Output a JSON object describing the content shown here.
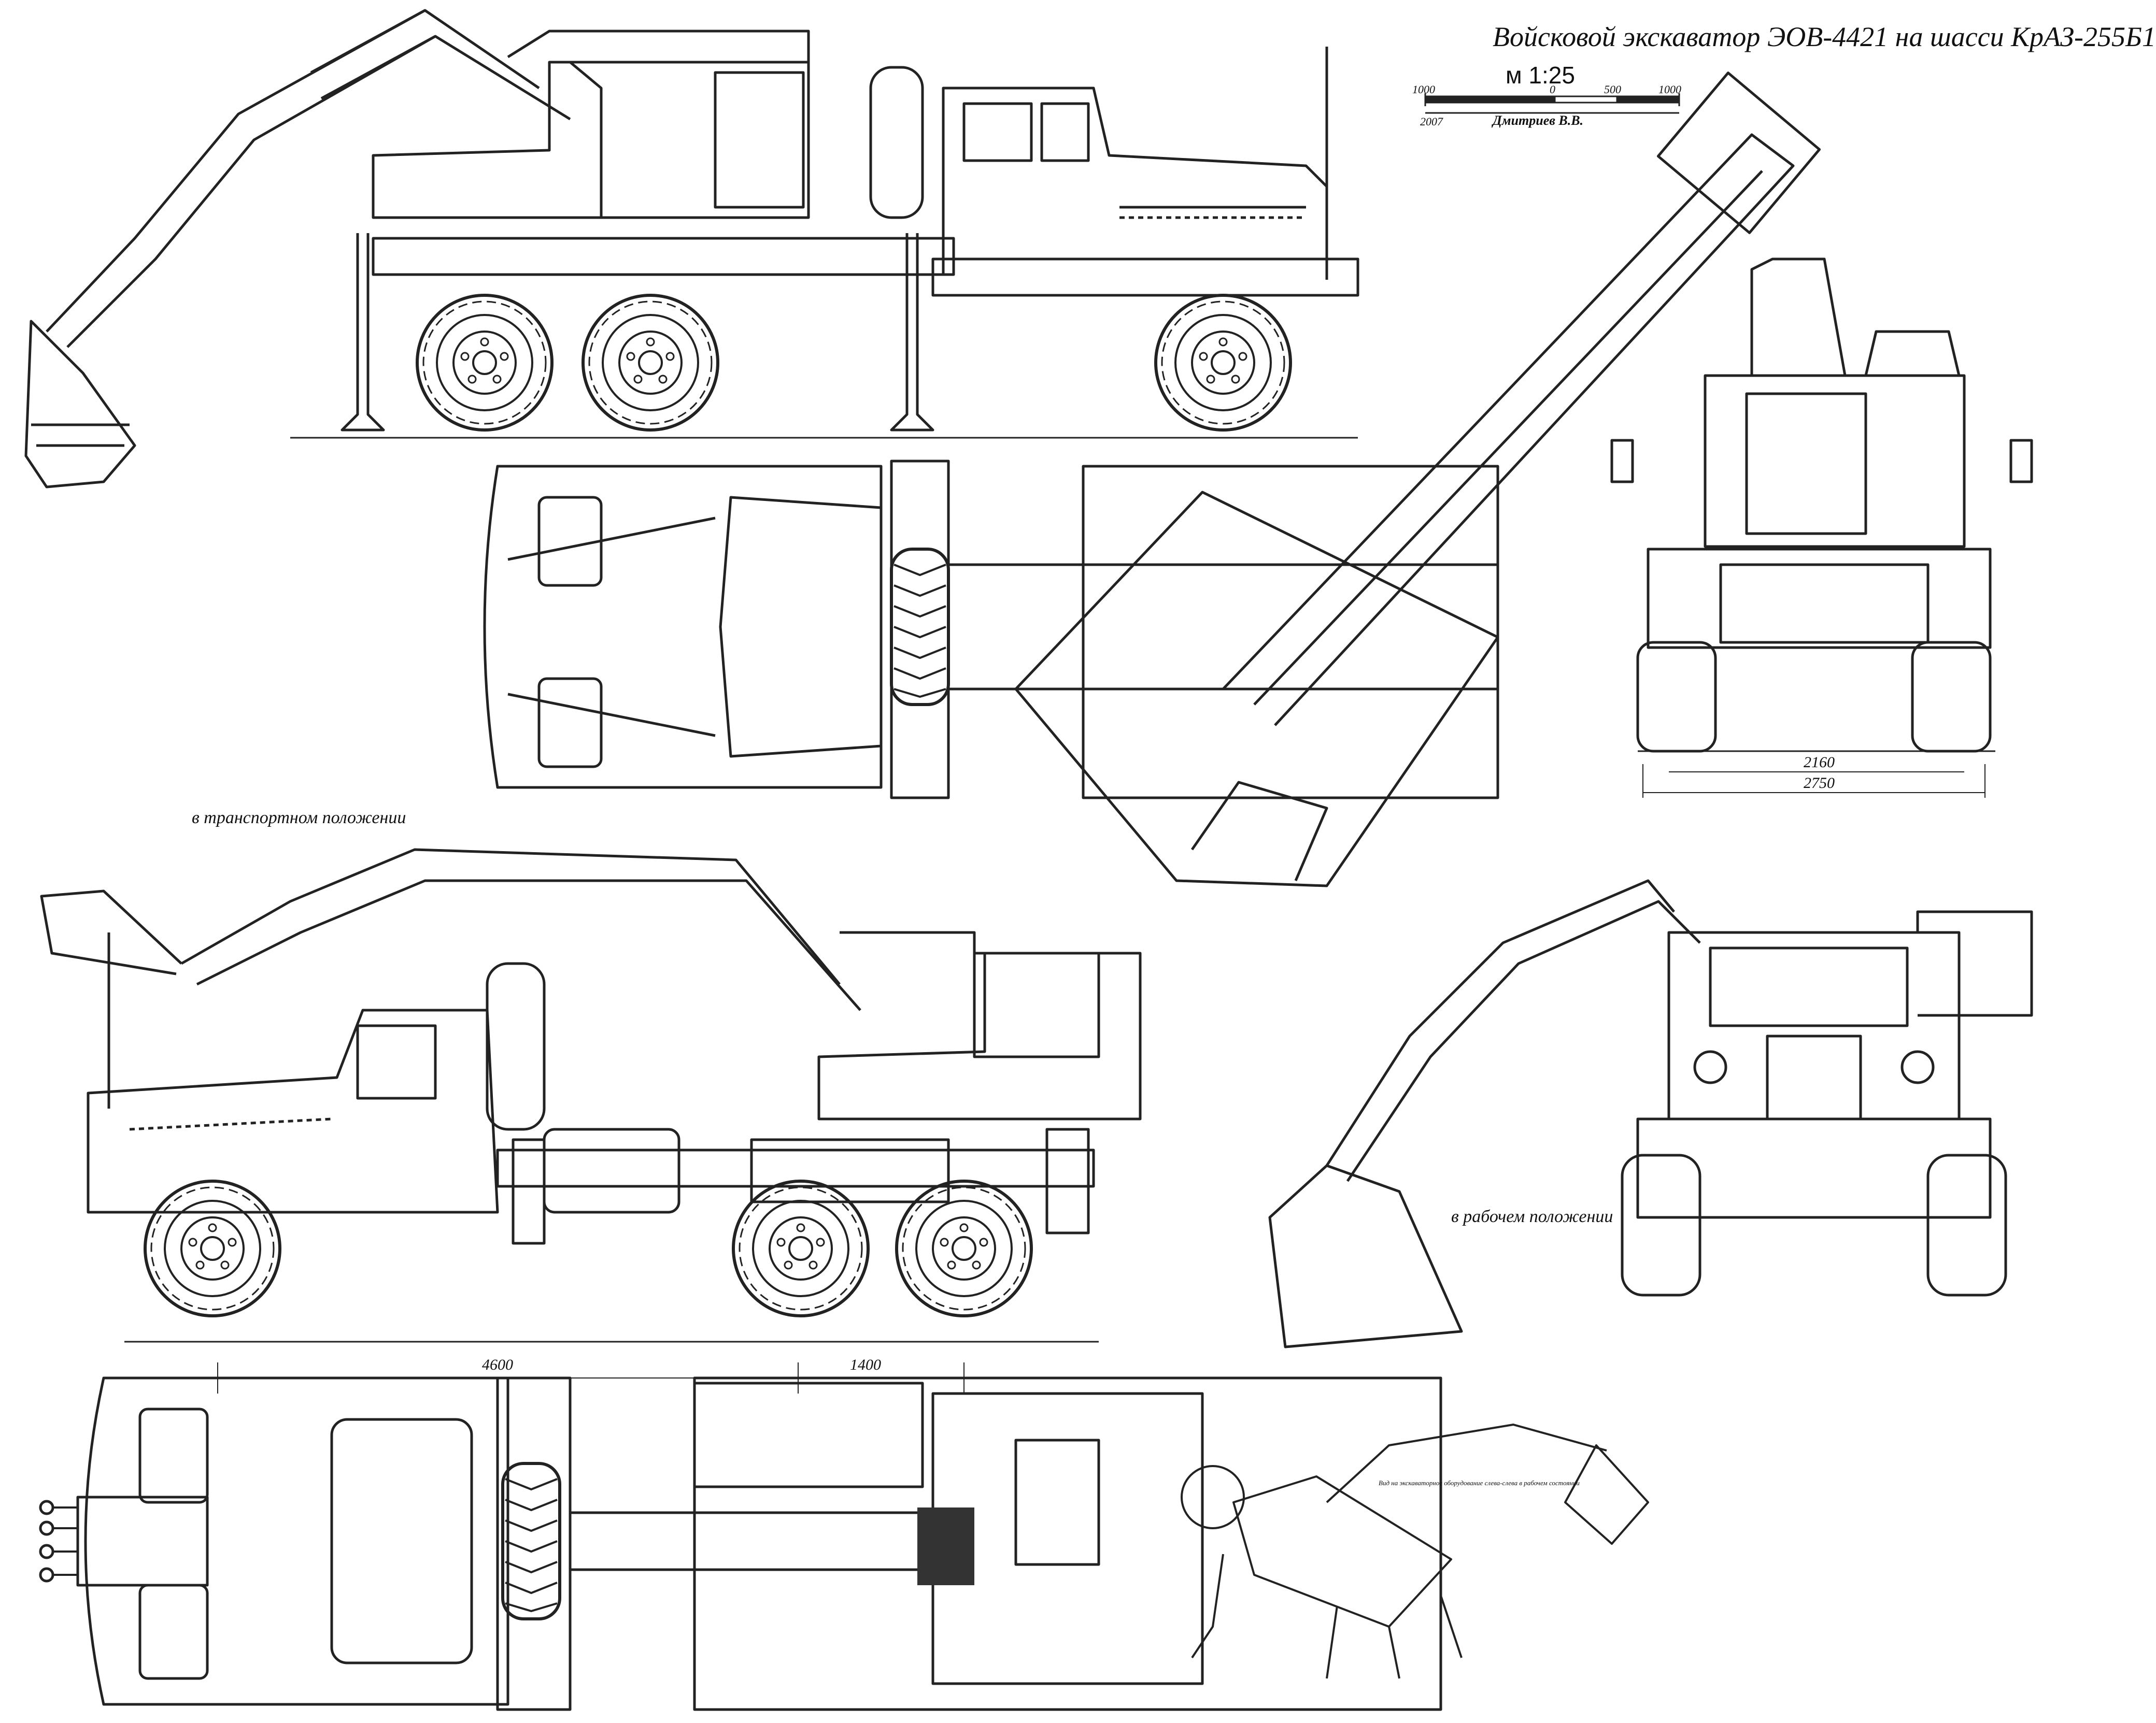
{
  "title": "Войсковой экскаватор ЭОВ-4421 на шасси КрАЗ-255Б1",
  "scale": {
    "label": "м 1:25",
    "ticks": [
      "1000",
      "0",
      "500",
      "1000"
    ],
    "year": "2007",
    "author": "Дмитриев В.В."
  },
  "captions": {
    "transport": "в транспортном положении",
    "working": "в рабочем положении",
    "note": "Вид на экскаваторное оборудование слева-слева в рабочем состоянии"
  },
  "dimensions": {
    "track_inner": "2160",
    "track_outer": "2750",
    "wheelbase": "4600",
    "bogie": "1400"
  },
  "colors": {
    "line": "#222222",
    "background": "#ffffff",
    "accent": "#333333"
  }
}
